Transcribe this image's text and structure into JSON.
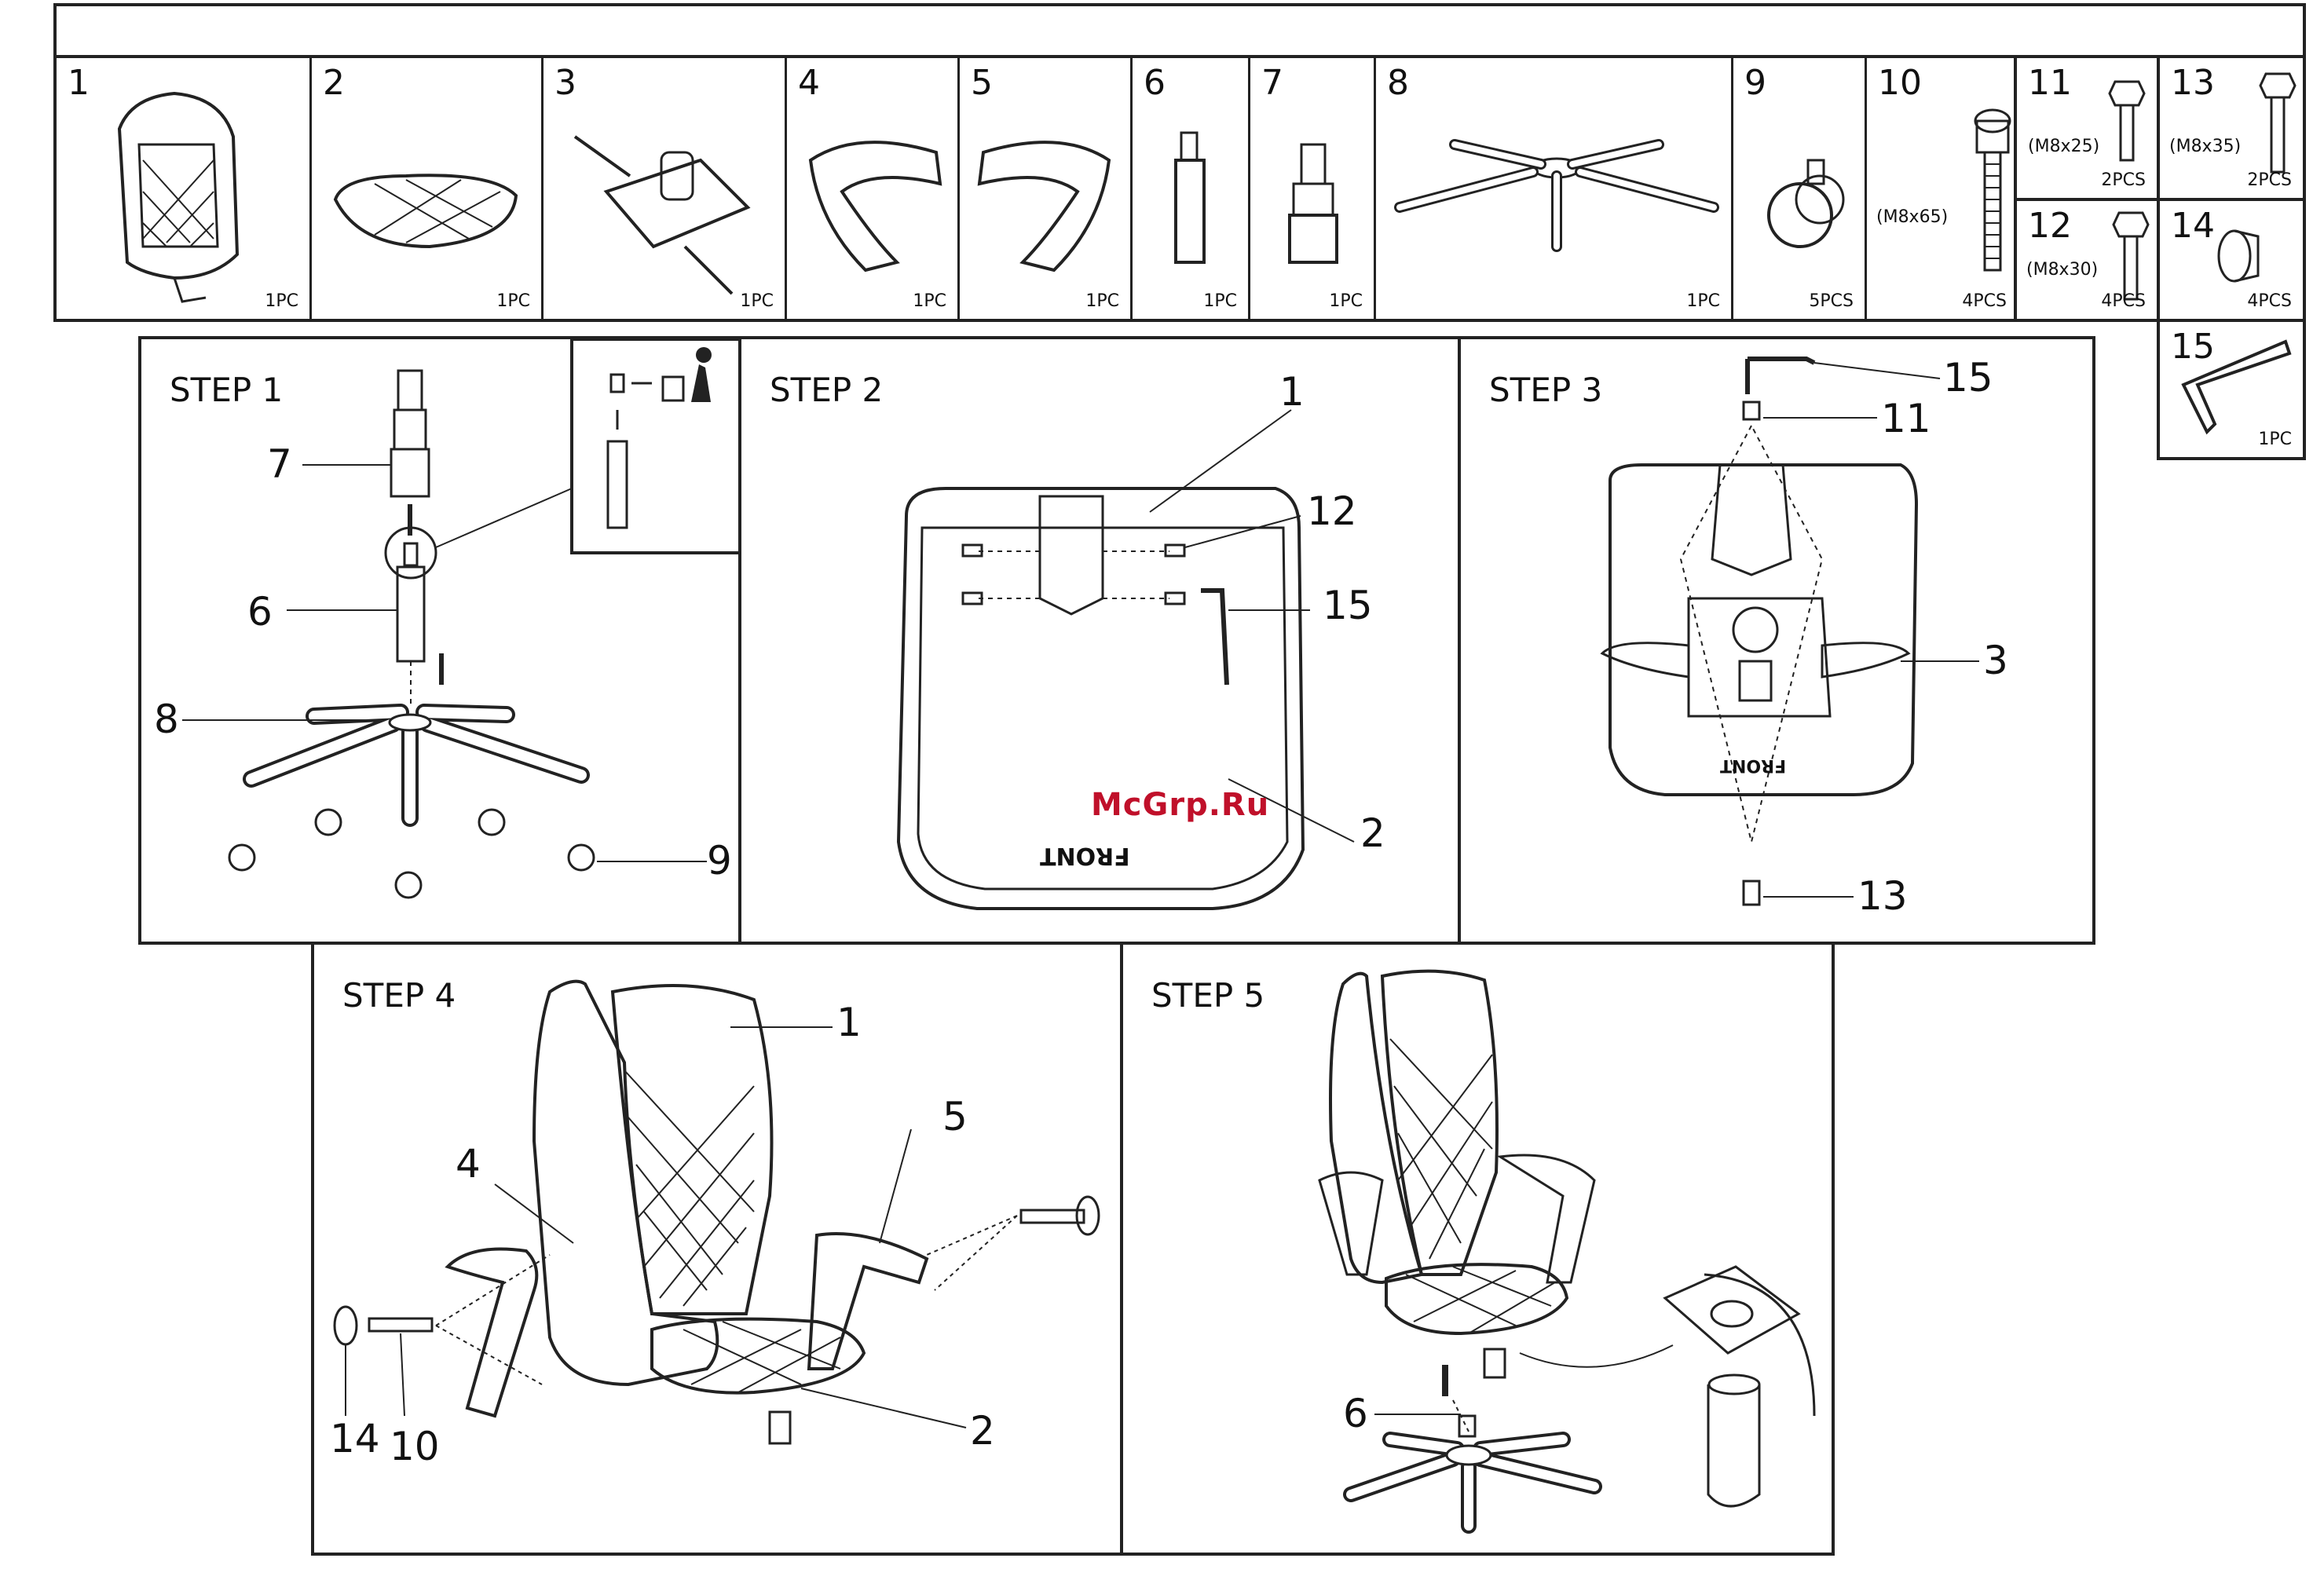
{
  "parts": [
    {
      "num": "1",
      "qty": "1PC",
      "icon": "backrest-icon"
    },
    {
      "num": "2",
      "qty": "1PC",
      "icon": "seat-cushion-icon"
    },
    {
      "num": "3",
      "qty": "1PC",
      "icon": "tilt-mechanism-icon"
    },
    {
      "num": "4",
      "qty": "1PC",
      "icon": "left-armrest-icon"
    },
    {
      "num": "5",
      "qty": "1PC",
      "icon": "right-armrest-icon"
    },
    {
      "num": "6",
      "qty": "1PC",
      "icon": "gas-lift-icon"
    },
    {
      "num": "7",
      "qty": "1PC",
      "icon": "cylinder-cover-icon"
    },
    {
      "num": "8",
      "qty": "1PC",
      "icon": "star-base-icon"
    },
    {
      "num": "9",
      "qty": "5PCS",
      "icon": "caster-wheel-icon"
    },
    {
      "num": "10",
      "qty": "4PCS",
      "size": "(M8x65)",
      "icon": "long-bolt-icon"
    },
    {
      "num": "11",
      "qty": "2PCS",
      "size": "(M8x25)",
      "icon": "bolt-icon"
    },
    {
      "num": "12",
      "qty": "4PCS",
      "size": "(M8x30)",
      "icon": "bolt-icon"
    },
    {
      "num": "13",
      "qty": "2PCS",
      "size": "(M8x35)",
      "icon": "bolt-icon"
    },
    {
      "num": "14",
      "qty": "4PCS",
      "icon": "cap-icon"
    },
    {
      "num": "15",
      "qty": "1PC",
      "icon": "allen-key-icon"
    }
  ],
  "steps": {
    "s1": {
      "title": "STEP 1",
      "labels": [
        "7",
        "6",
        "8",
        "9"
      ]
    },
    "s2": {
      "title": "STEP 2",
      "labels": [
        "1",
        "12",
        "15",
        "2"
      ],
      "front": "FRONT"
    },
    "s3": {
      "title": "STEP 3",
      "labels": [
        "15",
        "11",
        "3",
        "13"
      ],
      "front": "FRONT"
    },
    "s4": {
      "title": "STEP 4",
      "labels": [
        "1",
        "4",
        "5",
        "14",
        "10",
        "2"
      ]
    },
    "s5": {
      "title": "STEP 5",
      "labels": [
        "6"
      ]
    }
  },
  "watermark": "McGrp.Ru"
}
